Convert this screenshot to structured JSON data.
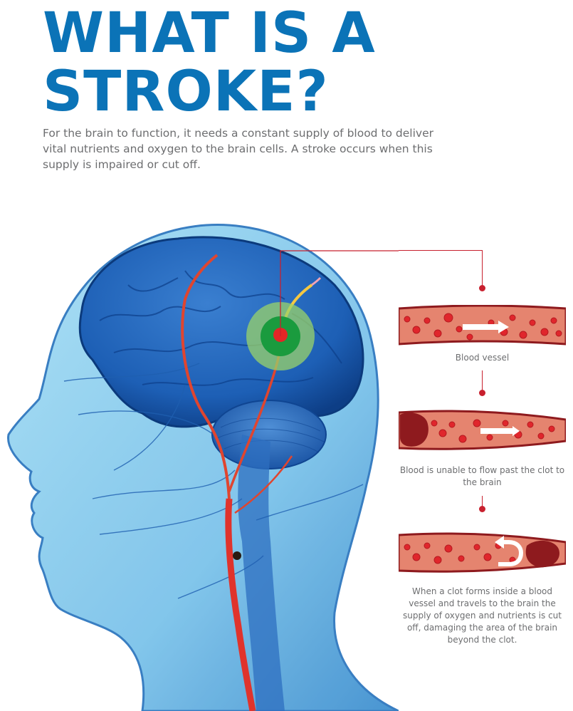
{
  "header": {
    "title_line1": "WHAT IS A",
    "title_line2": "STROKE?",
    "intro": "For the brain to function, it needs a constant supply of blood to deliver vital nutrients and oxygen to the brain cells. A stroke occurs when this supply is impaired or cut off."
  },
  "steps": [
    {
      "caption": "Blood vessel",
      "state": "normal-flow"
    },
    {
      "caption": "Blood is unable to flow past the clot to the brain",
      "state": "clot-blocking"
    },
    {
      "caption": "When a clot forms inside a blood vessel and travels to the brain the supply of oxygen and nutrients is cut off, damaging the area of the brain beyond the clot.",
      "state": "flow-reversed"
    }
  ],
  "colors": {
    "title_blue": "#0b73b7",
    "text_gray": "#6d6e70",
    "connector_red": "#c8202e",
    "vessel_wall": "#b52a2a",
    "vessel_fill": "#e5846f",
    "cell_red": "#e0262c",
    "clot": "#8e1a1e",
    "head_blue": "#8fd0f0",
    "brain_blue": "#1d5fb5",
    "stroke_zone_outer": "#9ad36a",
    "stroke_zone_inner": "#1a9b3e"
  }
}
